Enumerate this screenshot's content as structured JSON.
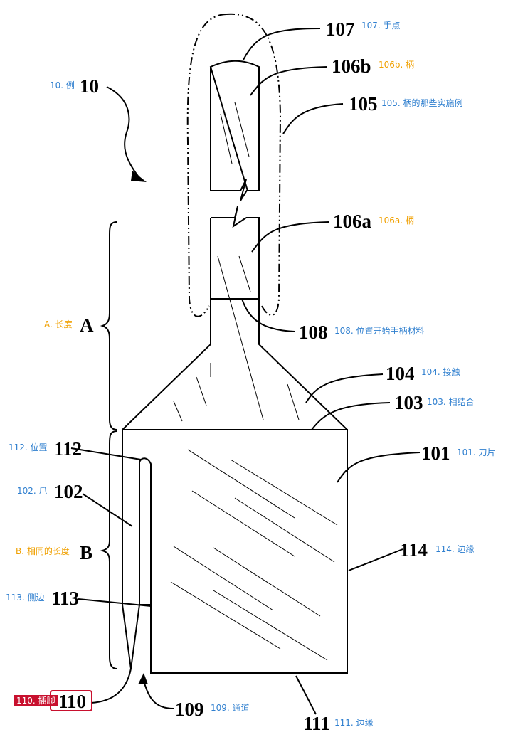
{
  "labels": {
    "l107": {
      "num": "107",
      "text": "107. 手点"
    },
    "l106b": {
      "num": "106b",
      "text": "106b. 柄"
    },
    "l105": {
      "num": "105",
      "text": "105. 柄的那些实施例"
    },
    "l10": {
      "num": "10",
      "text": "10. 例"
    },
    "l106a": {
      "num": "106a",
      "text": "106a. 柄"
    },
    "lA": {
      "num": "A",
      "text": "A. 长度"
    },
    "l108": {
      "num": "108",
      "text": "108. 位置开始手柄材料"
    },
    "l104": {
      "num": "104",
      "text": "104. 接触"
    },
    "l103": {
      "num": "103",
      "text": "103. 相结合"
    },
    "l112": {
      "num": "112",
      "text": "112. 位置"
    },
    "l101": {
      "num": "101",
      "text": "101. 刀片"
    },
    "l102": {
      "num": "102",
      "text": "102. 爪"
    },
    "lB": {
      "num": "B",
      "text": "B. 相同的长度"
    },
    "l114": {
      "num": "114",
      "text": "114. 边缘"
    },
    "l113": {
      "num": "113",
      "text": "113. 侧边"
    },
    "l110": {
      "num": "110",
      "text": "110. 插脚"
    },
    "l109": {
      "num": "109",
      "text": "109. 通道"
    },
    "l111": {
      "num": "111",
      "text": "111. 边缘"
    }
  },
  "colors": {
    "annotation_blue": "#2f7fcf",
    "annotation_orange": "#f0a000",
    "highlight_red": "#c8102e",
    "line": "#000000"
  }
}
